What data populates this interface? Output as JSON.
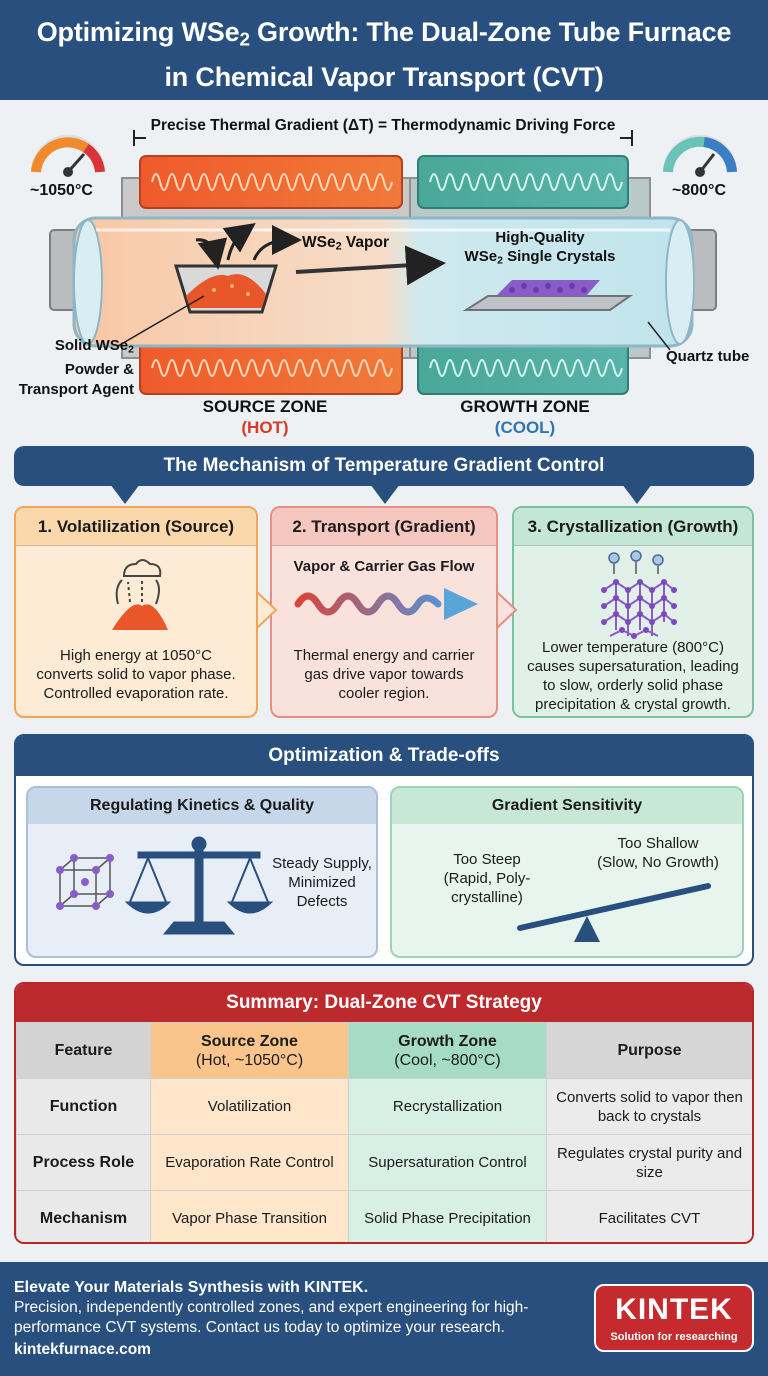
{
  "header": {
    "title_line1_pre": "Optimizing WSe",
    "title_line1_sub": "2",
    "title_line1_post": " Growth: The Dual-Zone Tube Furnace",
    "title_line2": "in Chemical Vapor Transport (CVT)"
  },
  "furnace": {
    "gradient_label": "Precise Thermal Gradient (ΔT) = Thermodynamic Driving Force",
    "hot_temp": "~1050°C",
    "cool_temp": "~800°C",
    "vapor_pre": "WSe",
    "vapor_sub": "2",
    "vapor_post": " Vapor",
    "crystals_line1": "High-Quality",
    "crystals_line2_pre": "WSe",
    "crystals_line2_sub": "2",
    "crystals_line2_post": " Single Crystals",
    "solid_line1_pre": "Solid WSe",
    "solid_line1_sub": "2",
    "solid_line2": "Powder &",
    "solid_line3": "Transport Agent",
    "quartz": "Quartz tube",
    "source_zone": "SOURCE ZONE",
    "source_hot": "(HOT)",
    "growth_zone": "GROWTH ZONE",
    "growth_cool": "(COOL)"
  },
  "mechanism": {
    "title": "The Mechanism of Temperature Gradient Control",
    "cards": [
      {
        "title": "1. Volatilization (Source)",
        "l1": "High energy at 1050°C",
        "l2": "converts solid to vapor phase.",
        "l3": "Controlled evaporation rate."
      },
      {
        "title": "2. Transport (Gradient)",
        "subtitle": "Vapor & Carrier Gas Flow",
        "l1": "Thermal energy and carrier",
        "l2": "gas drive vapor towards",
        "l3": "cooler region."
      },
      {
        "title": "3. Crystallization (Growth)",
        "l1": "Lower temperature (800°C)",
        "l2": "causes supersaturation, leading",
        "l3": "to slow, orderly solid phase",
        "l4": "precipitation & crystal growth."
      }
    ]
  },
  "optimization": {
    "title": "Optimization & Trade-offs",
    "left_title": "Regulating Kinetics & Quality",
    "left_l1": "Steady Supply,",
    "left_l2": "Minimized",
    "left_l3": "Defects",
    "right_title": "Gradient Sensitivity",
    "steep_l1": "Too Steep",
    "steep_l2": "(Rapid, Poly-",
    "steep_l3": "crystalline)",
    "shallow_l1": "Too Shallow",
    "shallow_l2": "(Slow, No Growth)"
  },
  "summary": {
    "title": "Summary: Dual-Zone CVT Strategy",
    "headers": [
      {
        "main": "Feature",
        "sub": ""
      },
      {
        "main": "Source Zone",
        "sub": "(Hot, ~1050°C)"
      },
      {
        "main": "Growth Zone",
        "sub": "(Cool, ~800°C)"
      },
      {
        "main": "Purpose",
        "sub": ""
      }
    ],
    "rows": [
      {
        "feature": "Function",
        "source": "Volatilization",
        "growth": "Recrystallization",
        "purpose": "Converts solid to vapor then back to crystals"
      },
      {
        "feature": "Process Role",
        "source": "Evaporation Rate Control",
        "growth": "Supersaturation Control",
        "purpose": "Regulates crystal purity and size"
      },
      {
        "feature": "Mechanism",
        "source": "Vapor Phase Transition",
        "growth": "Solid Phase Precipitation",
        "purpose": "Facilitates CVT"
      }
    ]
  },
  "footer": {
    "headline": "Elevate Your Materials Synthesis with KINTEK.",
    "body": "Precision, independently controlled zones, and expert engineering for high-performance CVT systems. Contact us today to optimize your research.",
    "url": "kintekfurnace.com",
    "logo_name": "KINTEK",
    "logo_tag": "Solution for researching"
  },
  "colors": {
    "navy": "#284f7d",
    "hot": "#e8532b",
    "cool": "#3f9c8e",
    "red": "#bd2a2d"
  }
}
